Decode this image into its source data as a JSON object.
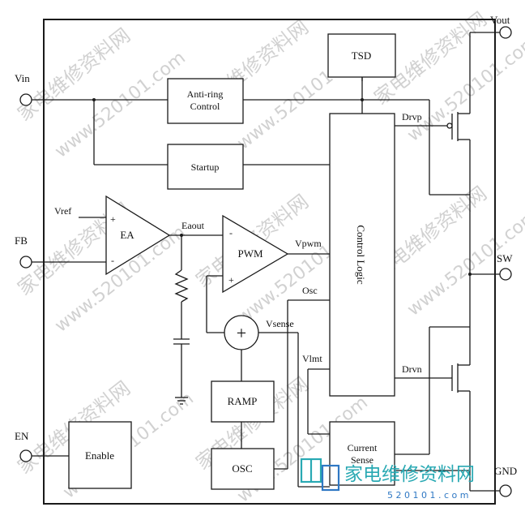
{
  "colors": {
    "line": "#1a1a1a",
    "watermark": "#c9c9c9",
    "logo_teal": "#29a9b3",
    "logo_blue": "#2f78c4"
  },
  "pins": {
    "vin": "Vin",
    "fb": "FB",
    "en": "EN",
    "vout": "Vout",
    "sw": "SW",
    "gnd": "GND"
  },
  "blocks": {
    "tsd": "TSD",
    "anti_ring_line1": "Anti-ring",
    "anti_ring_line2": "Control",
    "startup": "Startup",
    "control_logic": "Control Logic",
    "ramp": "RAMP",
    "osc": "OSC",
    "current_sense_line1": "Current",
    "current_sense_line2": "Sense",
    "enable": "Enable",
    "ea": "EA",
    "pwm": "PWM",
    "summer": "+"
  },
  "signals": {
    "vref": "Vref",
    "eaout": "Eaout",
    "vpwm": "Vpwm",
    "osc_sig": "Osc",
    "vsense": "Vsense",
    "vlmt": "Vlmt",
    "drvp": "Drvp",
    "drvn": "Drvn",
    "plus": "+",
    "minus": "-"
  },
  "watermark": {
    "cn_text": "家电维修资料网",
    "url_text": "www.520101.com",
    "logo_text": "家电维修资料网",
    "logo_url": "5 2 0 1 0 1 . c o m"
  }
}
